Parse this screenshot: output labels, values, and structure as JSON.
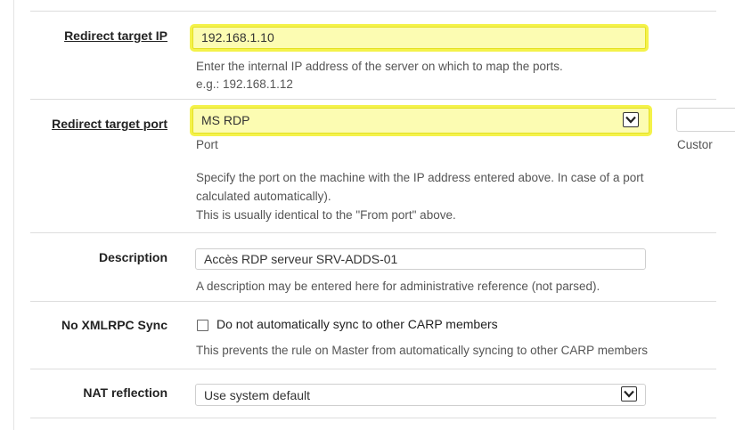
{
  "redirect_ip": {
    "label": "Redirect target IP",
    "value": "192.168.1.10",
    "help_line1": "Enter the internal IP address of the server on which to map the ports.",
    "help_line2": "e.g.: 192.168.1.12"
  },
  "redirect_port": {
    "label": "Redirect target port",
    "selected": "MS RDP",
    "port_caption": "Port",
    "custom_caption": "Custor",
    "help_line1": "Specify the port on the machine with the IP address entered above. In case of a port",
    "help_line2": "calculated automatically).",
    "help_line3": "This is usually identical to the \"From port\" above."
  },
  "description": {
    "label": "Description",
    "value": "Accès RDP serveur SRV-ADDS-01",
    "help": "A description may be entered here for administrative reference (not parsed)."
  },
  "xmlrpc": {
    "label": "No XMLRPC Sync",
    "checkbox_label": "Do not automatically sync to other CARP members",
    "checked": false,
    "help": "This prevents the rule on Master from automatically syncing to other CARP members"
  },
  "nat_reflection": {
    "label": "NAT reflection",
    "selected": "Use system default"
  },
  "colors": {
    "highlight_fill": "#fcfcb2",
    "highlight_border": "#e4e024",
    "divider": "#dddddd"
  }
}
